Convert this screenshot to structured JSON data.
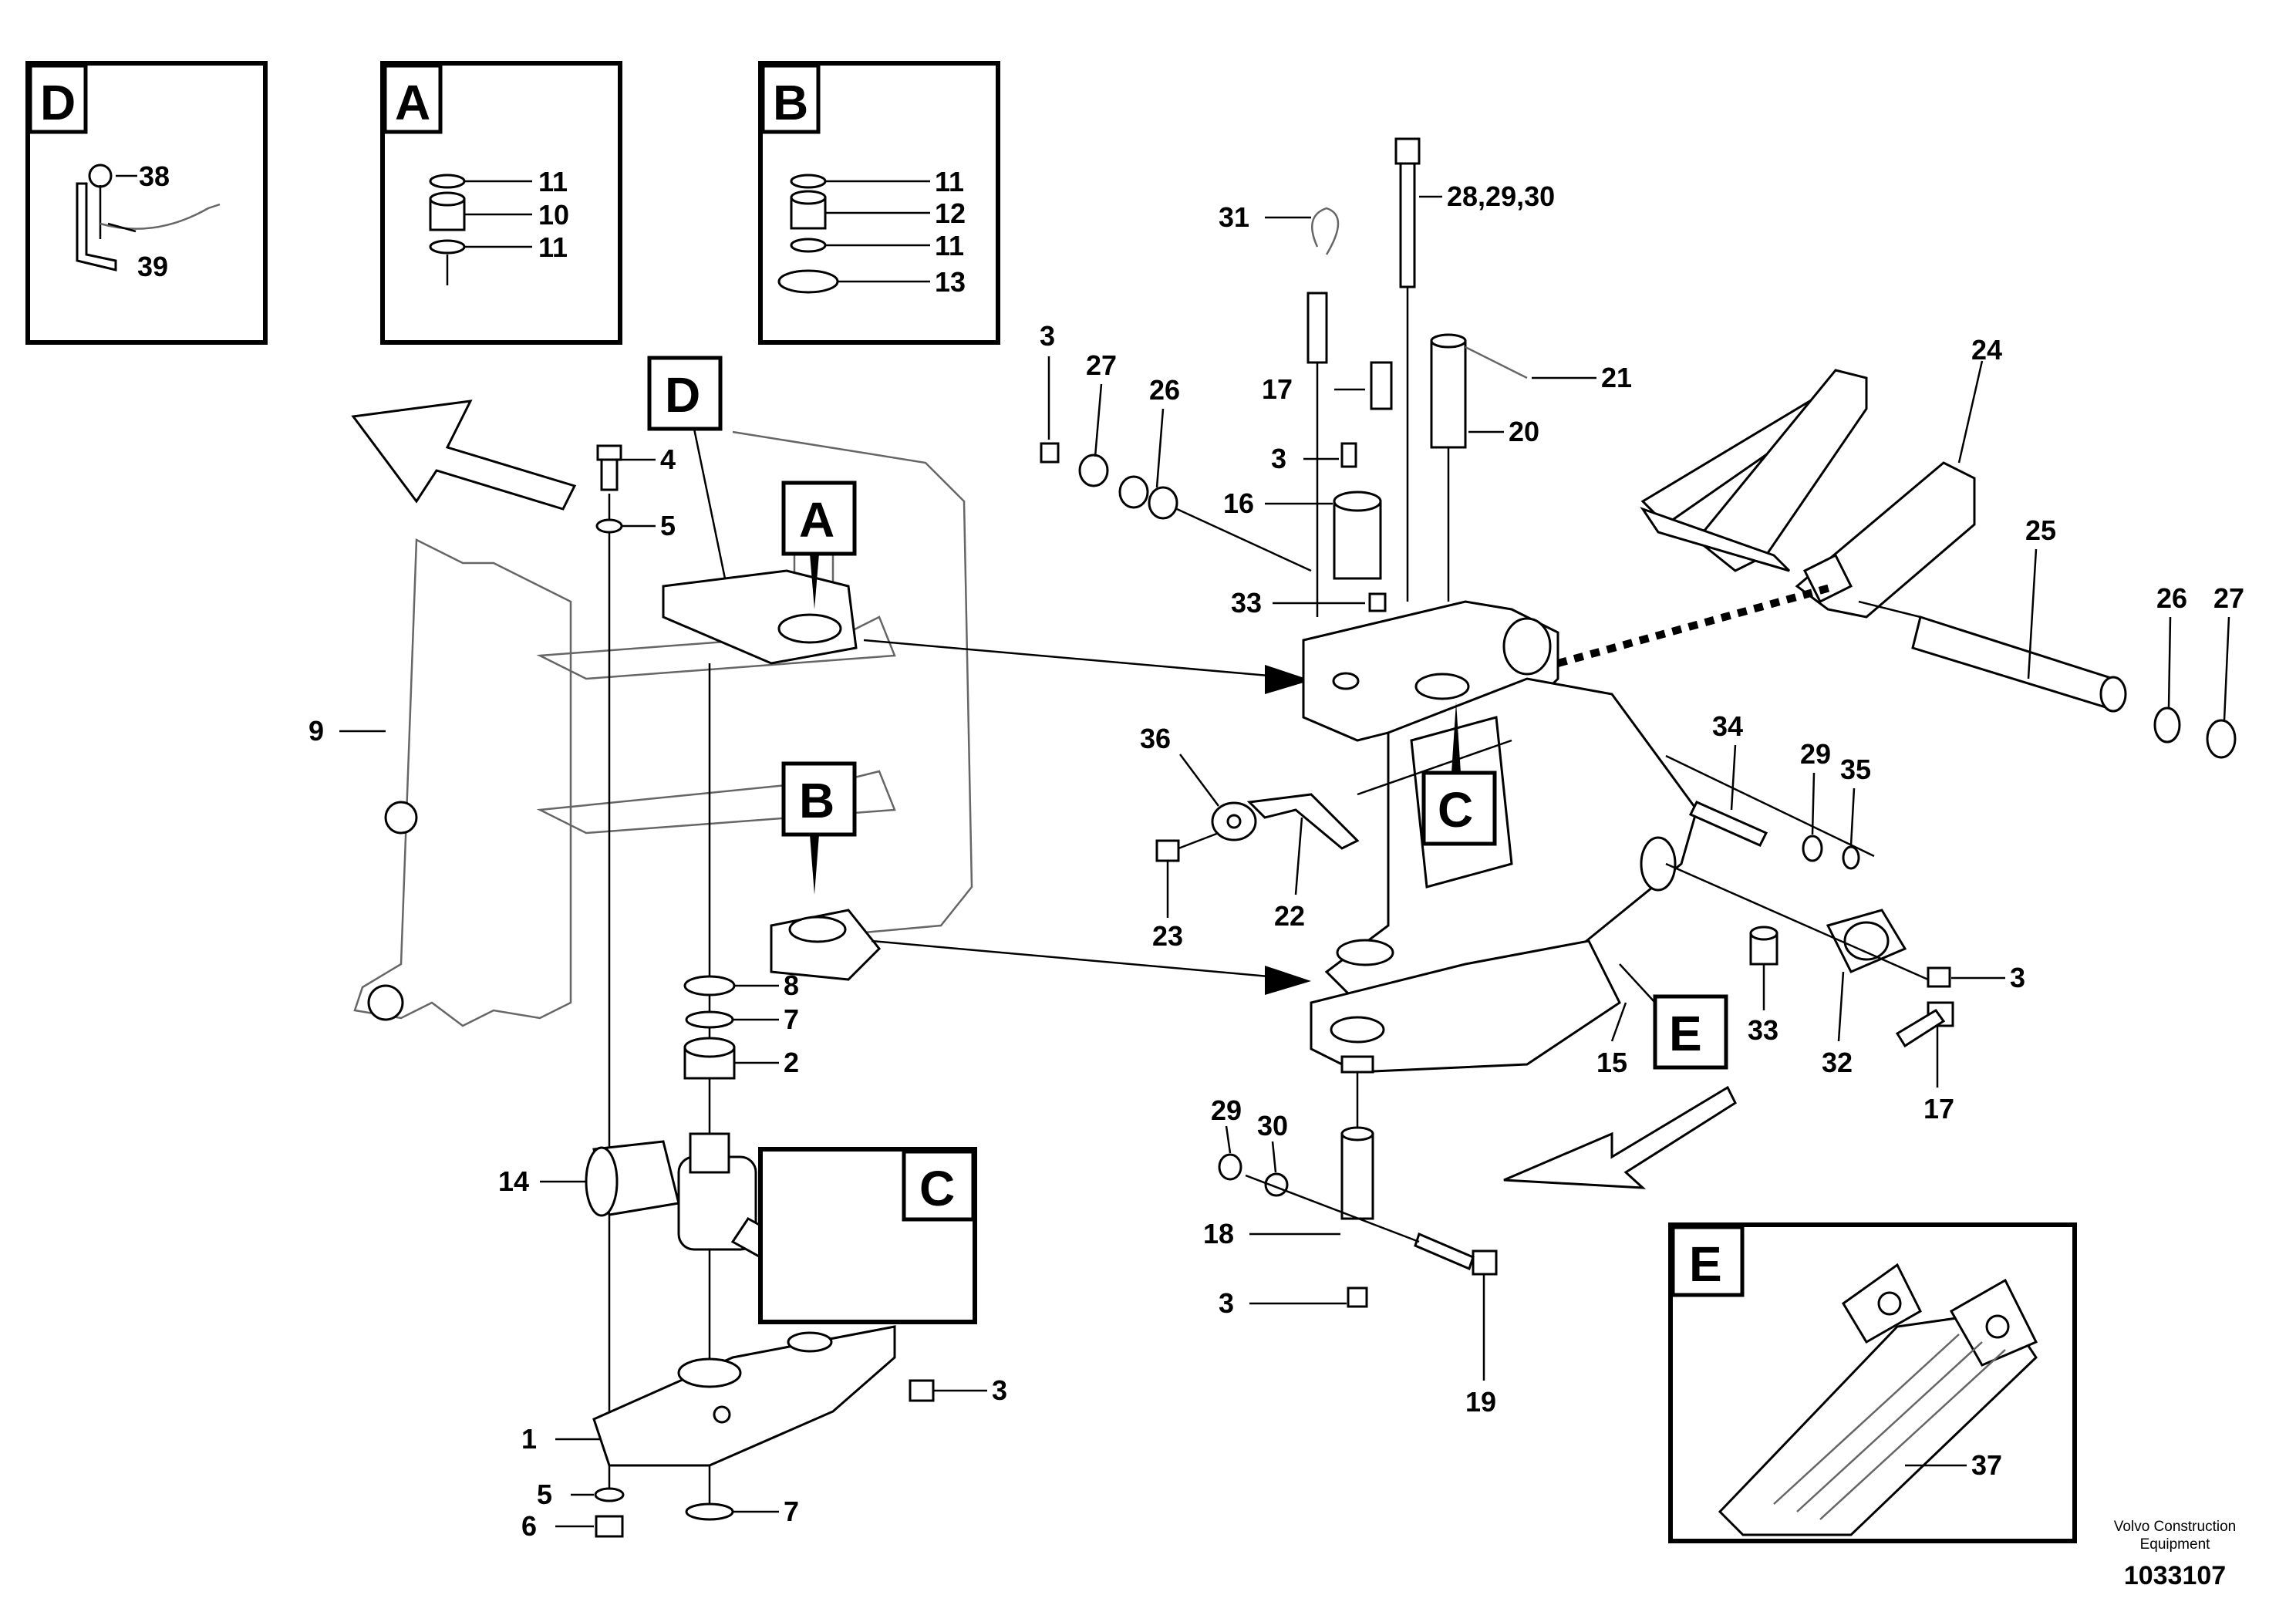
{
  "detail_boxes": {
    "D": {
      "letter": "D",
      "labels": [
        "38",
        "39"
      ]
    },
    "A": {
      "letter": "A",
      "labels": [
        "11",
        "10",
        "11"
      ]
    },
    "B": {
      "letter": "B",
      "labels": [
        "11",
        "12",
        "11",
        "13"
      ]
    },
    "C": {
      "letter": "C"
    },
    "E": {
      "letter": "E",
      "labels": [
        "37"
      ]
    }
  },
  "callout_tags": {
    "frame_D": "D",
    "frame_A": "A",
    "frame_B": "B",
    "joint_C": "C",
    "joint_E": "E"
  },
  "labels": {
    "l4": "4",
    "l5a": "5",
    "l9": "9",
    "l8": "8",
    "l7a": "7",
    "l2": "2",
    "l14": "14",
    "l3_axle": "3",
    "l1": "1",
    "l5b": "5",
    "l6": "6",
    "l7b": "7",
    "l31": "31",
    "l28": "28,29,30",
    "l3_a": "3",
    "l27_a": "27",
    "l26_a": "26",
    "l17_a": "17",
    "l21": "21",
    "l3_b": "3",
    "l16": "16",
    "l20": "20",
    "l33_a": "33",
    "l24": "24",
    "l25": "25",
    "l26_b": "26",
    "l27_b": "27",
    "l36": "36",
    "l34": "34",
    "l29_a": "29",
    "l35": "35",
    "l23": "23",
    "l22": "22",
    "l3_c": "3",
    "l33_b": "33",
    "l32": "32",
    "l17_b": "17",
    "l15": "15",
    "l29_b": "29",
    "l30": "30",
    "l18": "18",
    "l3_d": "3",
    "l19": "19"
  },
  "footer": {
    "brand_line1": "Volvo Construction",
    "brand_line2": "Equipment",
    "doc_number": "1033107"
  }
}
